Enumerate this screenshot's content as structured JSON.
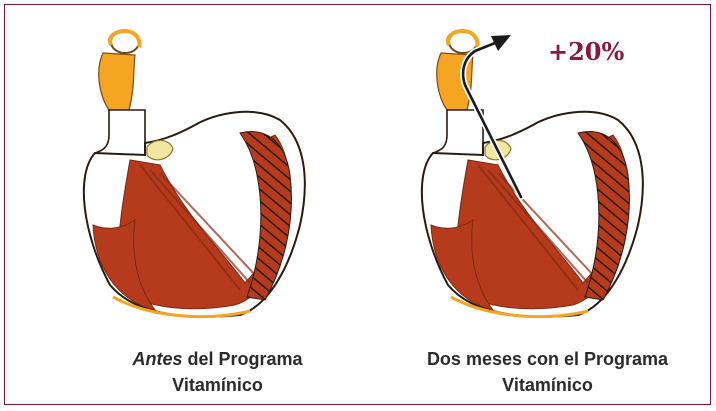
{
  "captions": {
    "before_emphasis": "Antes",
    "before_rest": " del Programa Vitamínico",
    "after_line1": "Dos meses con el Programa",
    "after_line2": "Vitamínico"
  },
  "increase_label": "+20%",
  "colors": {
    "frame": "#7a1538",
    "muscle": "#b63a1c",
    "muscle_dark": "#8a2a10",
    "aorta": "#f6a523",
    "valve": "#f3e7a0",
    "outline": "#2a1a12",
    "arrow": "#1a1a1a",
    "accent": "#8a1a3c"
  },
  "icons": [
    "heart-before-diagram",
    "heart-after-diagram",
    "outflow-arrow-icon"
  ]
}
